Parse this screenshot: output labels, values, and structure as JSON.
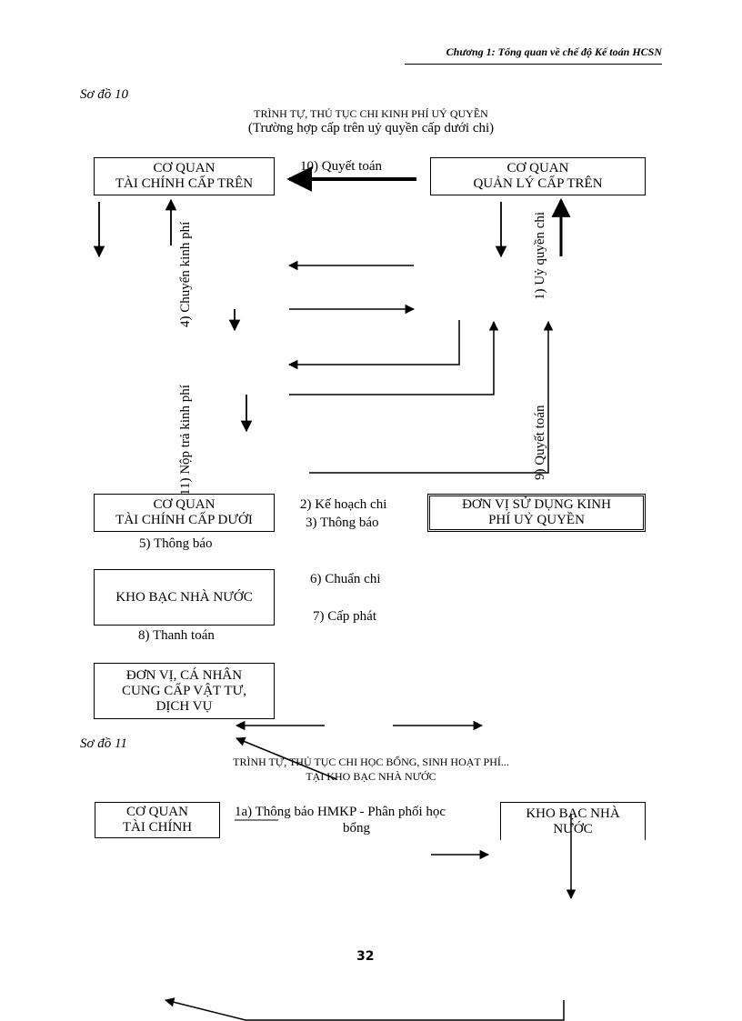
{
  "header": {
    "chapter": "Chương 1: Tổng quan về chế độ Kế toán HCSN"
  },
  "diagram10": {
    "label": "Sơ đồ 10",
    "title": "TRÌNH TỰ, THỦ TỤC CHI KINH PHÍ UỶ QUYỀN",
    "subtitle": "(Trường hợp cấp trên uỷ quyền cấp dưới chi)",
    "boxes": {
      "tc_cap_tren": [
        "CƠ QUAN",
        "TÀI CHÍNH CẤP TRÊN"
      ],
      "ql_cap_tren": [
        "CƠ QUAN",
        "QUẢN LÝ CẤP TRÊN"
      ],
      "tc_cap_duoi": [
        "CƠ QUAN",
        "TÀI CHÍNH CẤP DƯỚI"
      ],
      "don_vi_uq": [
        "ĐƠN VỊ SỬ DỤNG KINH",
        "PHÍ UỶ QUYỀN"
      ],
      "kho_bac": [
        "KHO BẠC NHÀ NƯỚC"
      ],
      "don_vi_cung_cap": [
        "ĐƠN VỊ, CÁ NHÂN",
        "CUNG CẤP VẬT TƯ,",
        "DỊCH VỤ"
      ]
    },
    "labels": {
      "quyet_toan_10": "10) Quyết toán",
      "uy_quyen_chi": "1) Uỷ quyền chi",
      "chuyen_kinh_phi": "4) Chuyển kinh phí",
      "nop_tra_kinh_phi": "11) Nộp trả kinh phí",
      "quyet_toan_9": "9) Quyết toán",
      "ke_hoach_chi": "2) Kế hoạch chi",
      "thong_bao_3": "3) Thông báo",
      "thong_bao_5": "5) Thông báo",
      "chuan_chi": "6) Chuẩn chi",
      "cap_phat": "7) Cấp phát",
      "thanh_toan": "8) Thanh toán"
    }
  },
  "diagram11": {
    "label": "Sơ đồ 11",
    "title_line1": "TRÌNH TỰ, THỦ TỤC CHI HỌC BỔNG, SINH HOẠT PHÍ...",
    "title_line2": "TẠI KHO BẠC NHÀ NƯỚC",
    "boxes": {
      "co_quan_tai_chinh": [
        "CƠ QUAN",
        "TÀI CHÍNH"
      ],
      "kho_bac": [
        "KHO BẠC NHÀ",
        "NƯỚC"
      ]
    },
    "labels": {
      "thong_bao_hmkp_1": "1a) Thông báo HMKP - Phân phối học",
      "thong_bao_hmkp_2": "bổng"
    }
  },
  "page_number": "32"
}
